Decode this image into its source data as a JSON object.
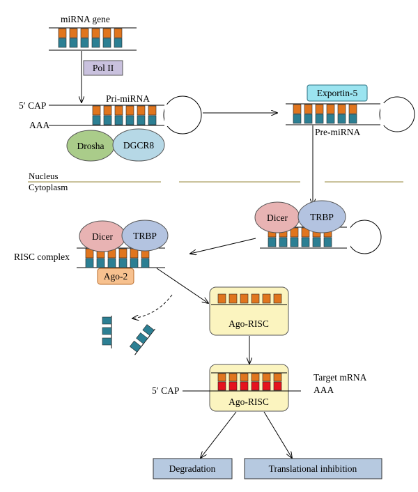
{
  "labels": {
    "mirna_gene": "miRNA gene",
    "pol2": "Pol II",
    "cap5_top": "5′ CAP",
    "pri_mirna": "Pri-miRNA",
    "aaa_top": "AAA",
    "drosha": "Drosha",
    "dgcr8": "DGCR8",
    "exportin5": "Exportin-5",
    "pre_mirna": "Pre-miRNA",
    "nucleus": "Nucleus",
    "cytoplasm": "Cytoplasm",
    "dicer_right": "Dicer",
    "trbp_right": "TRBP",
    "dicer_left": "Dicer",
    "trbp_left": "TRBP",
    "risc_complex": "RISC complex",
    "ago2": "Ago-2",
    "ago_risc_1": "Ago-RISC",
    "ago_risc_2": "Ago-RISC",
    "cap5_bottom": "5′ CAP",
    "target_mrna": "Target mRNA",
    "aaa_bottom": "AAA",
    "degradation": "Degradation",
    "translational_inhibition": "Translational inhibition"
  },
  "colors": {
    "orange_segment": "#e0751e",
    "teal_segment": "#2c7f93",
    "red_segment": "#e5121e",
    "pol2_fill": "#c9c1de",
    "drosha_fill": "#aacc8a",
    "dgcr8_fill": "#b6d8e6",
    "exportin_fill": "#9be4f0",
    "dicer_fill": "#e8b3b3",
    "trbp_fill": "#b3c3e0",
    "ago2_fill": "#f7c18f",
    "risc_fill": "#fbf4bf",
    "outcome_fill": "#b6c9e0",
    "membrane": "#b7ad7a"
  }
}
